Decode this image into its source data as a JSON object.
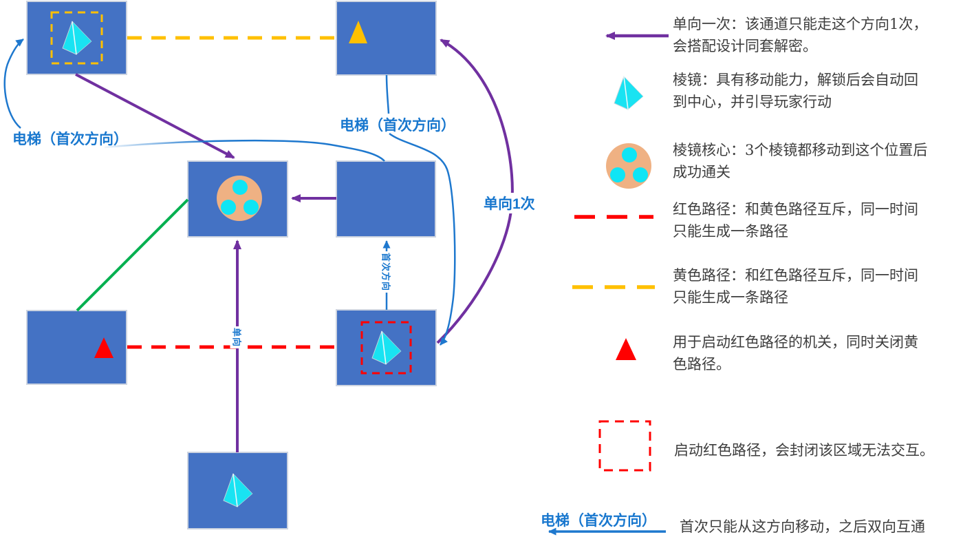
{
  "diagram": {
    "labels": {
      "elevator_left": "电梯（首次方向）",
      "elevator_right": "电梯（首次方向）",
      "one_way_once_curve": "单向1次",
      "one_way_vertical": "单向",
      "first_direction_vertical": "首次方向"
    },
    "rooms": [
      {
        "id": "top-left",
        "contents": [
          "prism",
          "yellow-dashed-box"
        ]
      },
      {
        "id": "top-right",
        "contents": [
          "yellow-triangle"
        ]
      },
      {
        "id": "center",
        "contents": [
          "prism-core"
        ]
      },
      {
        "id": "mid-right",
        "contents": []
      },
      {
        "id": "bottom-left",
        "contents": [
          "red-triangle"
        ]
      },
      {
        "id": "bottom-right",
        "contents": [
          "prism",
          "red-dashed-box"
        ]
      },
      {
        "id": "bottom-center",
        "contents": [
          "prism"
        ]
      }
    ],
    "connections": [
      {
        "from": "top-left",
        "to": "top-right",
        "type": "yellow-dashed-path"
      },
      {
        "from": "bottom-left",
        "to": "bottom-right",
        "type": "red-dashed-path"
      },
      {
        "from": "top-left",
        "to": "center",
        "type": "one-way-purple"
      },
      {
        "from": "mid-right",
        "to": "center",
        "type": "one-way-purple"
      },
      {
        "from": "bottom-center",
        "to": "center",
        "type": "one-way-purple",
        "label": "单向"
      },
      {
        "from": "bottom-right",
        "to": "top-right",
        "type": "one-way-purple",
        "label": "单向1次"
      },
      {
        "from": "bottom-right",
        "to": "mid-right",
        "type": "elevator-first-direction",
        "label": "首次方向"
      },
      {
        "from": "center",
        "to": "bottom-left",
        "type": "green-path"
      },
      {
        "from": "elevator-label-left",
        "to": "top-left",
        "type": "elevator-blue"
      },
      {
        "from": "elevator-label-left",
        "to": "mid-right",
        "type": "elevator-blue"
      },
      {
        "from": "top-right",
        "to": "elevator-label-right",
        "type": "elevator-blue"
      },
      {
        "from": "elevator-label-right",
        "to": "bottom-right",
        "type": "elevator-blue"
      }
    ],
    "colors": {
      "room_fill": "#4472C4",
      "room_border": "#CDD4E0",
      "purple": "#7030A0",
      "green": "#00B050",
      "red": "#FF0000",
      "yellow": "#FFC000",
      "blue": "#1E78CE",
      "prism_cyan": "#19E3F2",
      "core_bg": "#EFB183"
    }
  },
  "legend": {
    "items": [
      {
        "icon": "purple-arrow-left",
        "text": "单向一次：该通道只能走这个方向1次，\n会搭配设计同套解密。"
      },
      {
        "icon": "prism",
        "text": "棱镜：具有移动能力，解锁后会自动回\n到中心，并引导玩家行动"
      },
      {
        "icon": "prism-core",
        "text": "棱镜核心：3个棱镜都移动到这个位置后\n成功通关"
      },
      {
        "icon": "red-dashed-line",
        "text": "红色路径：和黄色路径互斥，同一时间\n只能生成一条路径"
      },
      {
        "icon": "yellow-dashed-line",
        "text": "黄色路径：和红色路径互斥，同一时间\n只能生成一条路径"
      },
      {
        "icon": "red-triangle",
        "text": "用于启动红色路径的机关，同时关闭黄\n色路径。"
      },
      {
        "icon": "red-dashed-box",
        "text": "启动红色路径，会封闭该区域无法交互。"
      },
      {
        "icon": "elevator-arrow-left",
        "label": "电梯（首次方向）",
        "text": "首次只能从这方向移动，之后双向互通"
      }
    ]
  }
}
